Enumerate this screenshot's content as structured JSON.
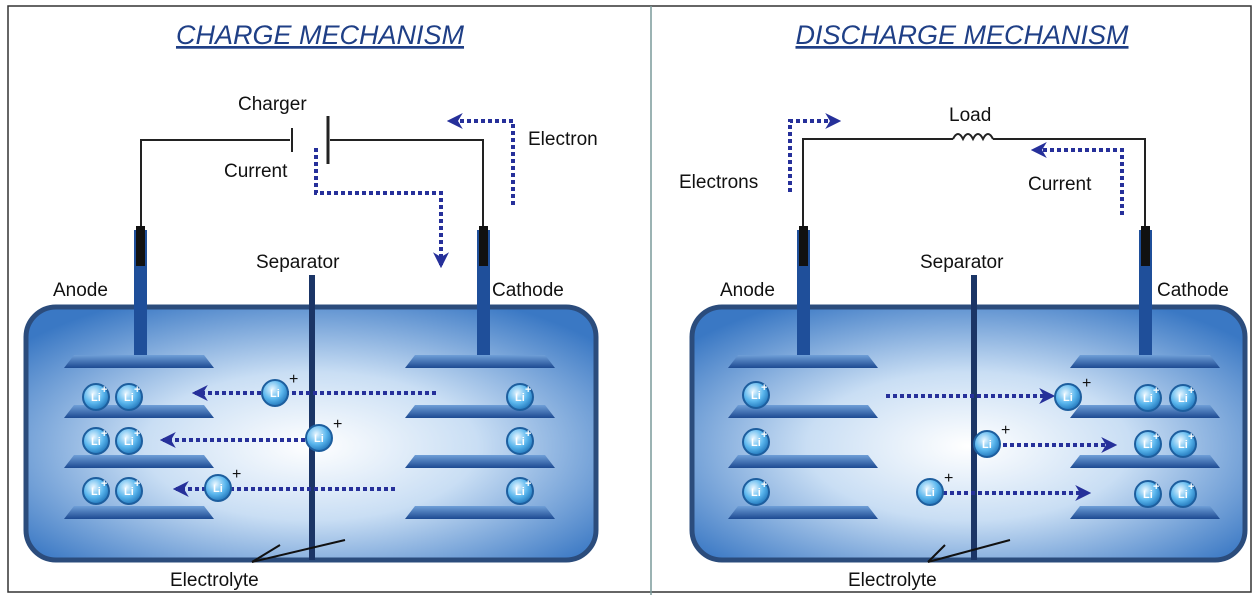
{
  "colors": {
    "title": "#1f3f86",
    "cell_fill_center": "#ffffff",
    "cell_fill_edge": "#2f6fbf",
    "cell_border": "#2b4c7c",
    "plate": "#1f4f9a",
    "arrow": "#26309a",
    "ion": "#3aa0e0",
    "wire": "#222222"
  },
  "charge": {
    "title": "CHARGE MECHANISM",
    "charger_label": "Charger",
    "current_label": "Current",
    "electron_label": "Electron",
    "separator_label": "Separator",
    "anode_label": "Anode",
    "cathode_label": "Cathode",
    "electrolyte_label": "Electrolyte",
    "ion_label": "Li",
    "ion_charge": "+"
  },
  "discharge": {
    "title": "DISCHARGE MECHANISM",
    "load_label": "Load",
    "electrons_label": "Electrons",
    "current_label": "Current",
    "separator_label": "Separator",
    "anode_label": "Anode",
    "cathode_label": "Cathode",
    "electrolyte_label": "Electrolyte",
    "ion_label": "Li",
    "ion_charge": "+"
  }
}
